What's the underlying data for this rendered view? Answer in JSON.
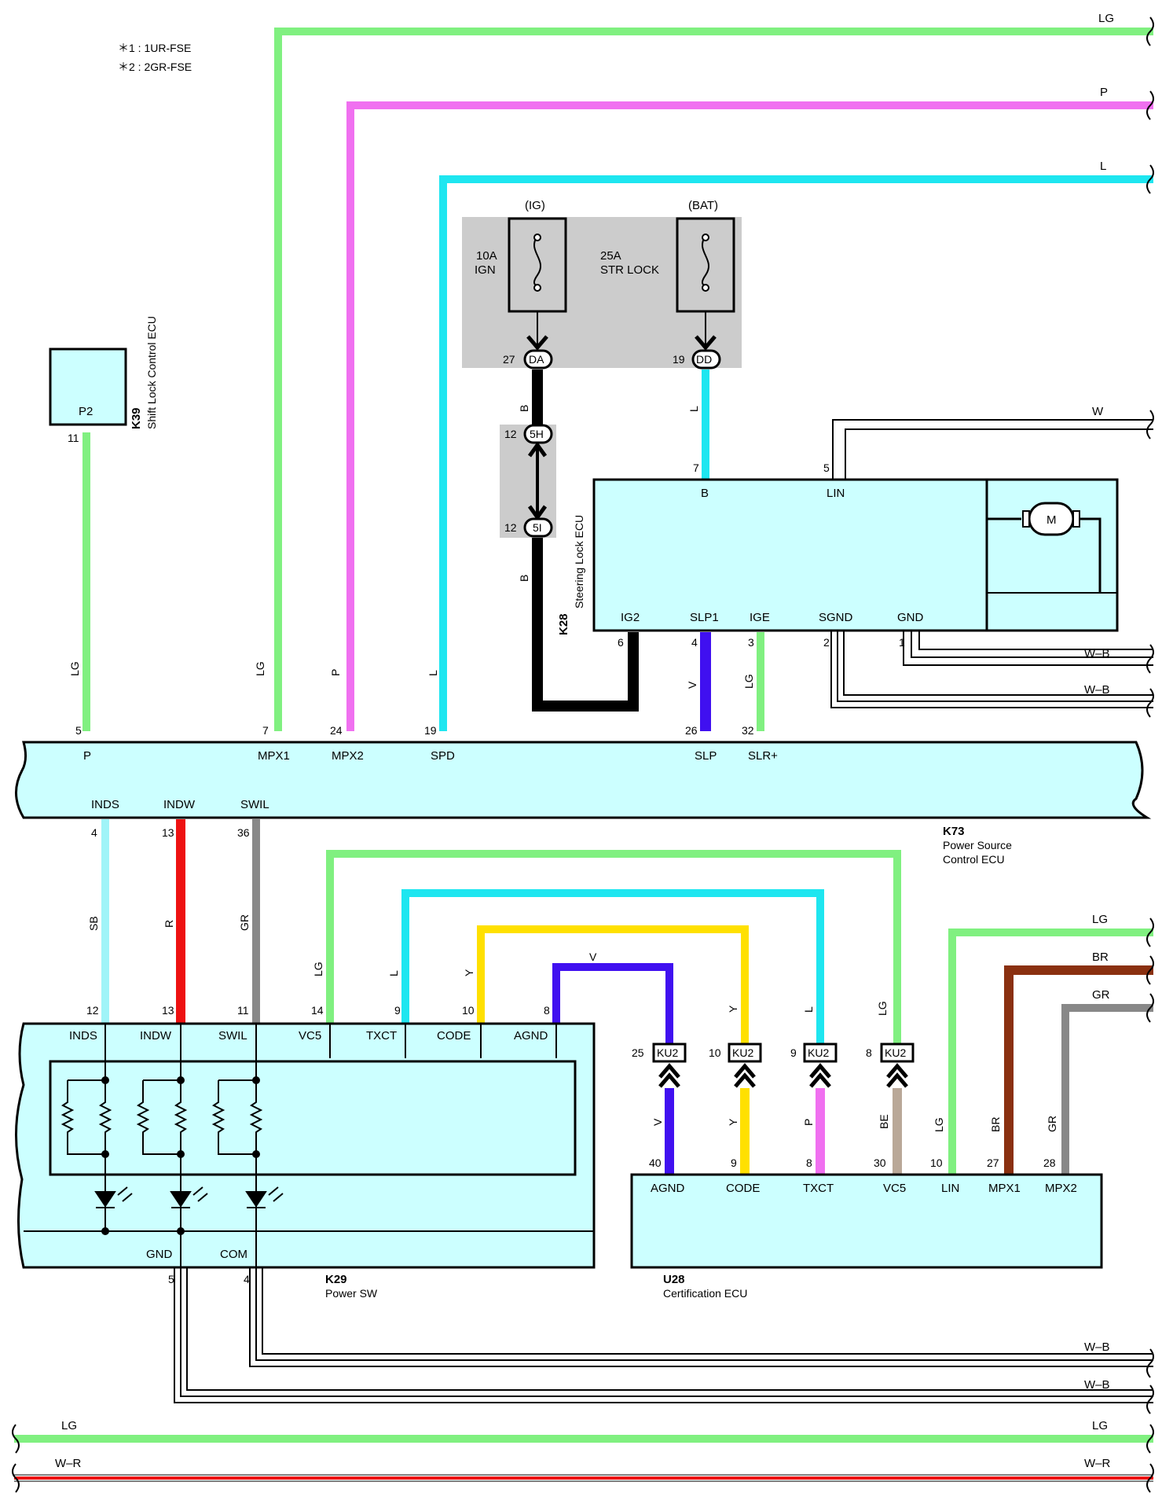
{
  "notes": [
    "＊1 : 1UR-FSE",
    "＊2 : 2GR-FSE"
  ],
  "colors": {
    "LG": "#80f080",
    "P": "#f070f0",
    "L": "#1ee6f0",
    "B": "#000000",
    "V": "#4010f0",
    "SB": "#a0f4f8",
    "R": "#ee1111",
    "GR": "#888888",
    "Y": "#ffe000",
    "BR": "#8a3010",
    "BE": "#b9a898",
    "ecu_fill": "#ccffff",
    "fuse_box": "#cccccc"
  },
  "right_labels": {
    "lg_top": "LG",
    "p_top": "P",
    "l_top": "L",
    "w": "W",
    "wb1": "W–B",
    "wb2": "W–B",
    "lg_cert": "LG",
    "br_cert": "BR",
    "gr_cert": "GR",
    "wb3": "W–B",
    "wb4": "W–B",
    "lg_bottom": "LG",
    "wr_bottom": "W–R",
    "lg_bottom_left": "LG",
    "wr_bottom_left": "W–R"
  },
  "fuses": {
    "ig": {
      "supply": "(IG)",
      "rating": "10A",
      "name": "IGN",
      "pin": "27",
      "conn": "DA"
    },
    "bat": {
      "supply": "(BAT)",
      "rating": "25A",
      "name": "STR LOCK",
      "pin": "19",
      "conn": "DD"
    }
  },
  "junction": {
    "pin_top": "12",
    "conn_top": "5H",
    "pin_bot": "12",
    "conn_bot": "5I"
  },
  "k39": {
    "code": "K39",
    "name": "Shift Lock Control ECU",
    "terminal": "P2",
    "pin": "11",
    "wire": "LG"
  },
  "k28": {
    "code": "K28",
    "name": "Steering Lock ECU",
    "top_terminals": [
      {
        "name": "B",
        "pin": "7",
        "wire": "L"
      },
      {
        "name": "LIN",
        "pin": "5"
      }
    ],
    "bottom_terminals": [
      {
        "name": "IG2",
        "pin": "6"
      },
      {
        "name": "SLP1",
        "pin": "4"
      },
      {
        "name": "IGE",
        "pin": "3"
      },
      {
        "name": "SGND",
        "pin": "2"
      },
      {
        "name": "GND",
        "pin": "1"
      }
    ],
    "motor": "M",
    "wire_labels": {
      "b1": "B",
      "b2": "B",
      "v": "V",
      "lg": "LG"
    }
  },
  "k73": {
    "code": "K73",
    "name_line1": "Power Source",
    "name_line2": "Control ECU",
    "top_terminals": [
      {
        "name": "P",
        "pin": "5",
        "wire": "LG"
      },
      {
        "name": "MPX1",
        "pin": "7",
        "wire": "LG"
      },
      {
        "name": "MPX2",
        "pin": "24",
        "wire": "P"
      },
      {
        "name": "SPD",
        "pin": "19",
        "wire": "L"
      },
      {
        "name": "SLP",
        "pin": "26"
      },
      {
        "name": "SLR+",
        "pin": "32"
      }
    ],
    "bottom_terminals": [
      {
        "name": "INDS",
        "pin": "4",
        "wire": "SB"
      },
      {
        "name": "INDW",
        "pin": "13",
        "wire": "R"
      },
      {
        "name": "SWIL",
        "pin": "36",
        "wire": "GR"
      }
    ]
  },
  "k29": {
    "code": "K29",
    "name": "Power SW",
    "top_terminals": [
      {
        "name": "INDS",
        "pin": "12"
      },
      {
        "name": "INDW",
        "pin": "13"
      },
      {
        "name": "SWIL",
        "pin": "11"
      },
      {
        "name": "VC5",
        "pin": "14",
        "wire": "LG"
      },
      {
        "name": "TXCT",
        "pin": "9",
        "wire": "L"
      },
      {
        "name": "CODE",
        "pin": "10",
        "wire": "Y"
      },
      {
        "name": "AGND",
        "pin": "8",
        "wire": "V"
      }
    ],
    "bottom_terminals": [
      {
        "name": "GND",
        "pin": "5"
      },
      {
        "name": "COM",
        "pin": "4"
      }
    ]
  },
  "ku2": [
    {
      "pin": "25",
      "conn": "KU2",
      "wire": "V"
    },
    {
      "pin": "10",
      "conn": "KU2",
      "wire": "Y"
    },
    {
      "pin": "9",
      "conn": "KU2",
      "wire": "L"
    },
    {
      "pin": "8",
      "conn": "KU2",
      "wire": "LG"
    }
  ],
  "u28": {
    "code": "U28",
    "name": "Certification ECU",
    "terminals": [
      {
        "name": "AGND",
        "pin": "40",
        "wire": "V"
      },
      {
        "name": "CODE",
        "pin": "9",
        "wire": "Y"
      },
      {
        "name": "TXCT",
        "pin": "8",
        "wire": "P"
      },
      {
        "name": "VC5",
        "pin": "30",
        "wire": "BE"
      },
      {
        "name": "LIN",
        "pin": "10",
        "wire": "LG"
      },
      {
        "name": "MPX1",
        "pin": "27",
        "wire": "BR"
      },
      {
        "name": "MPX2",
        "pin": "28",
        "wire": "GR"
      }
    ]
  },
  "bridge_label_v": "V"
}
